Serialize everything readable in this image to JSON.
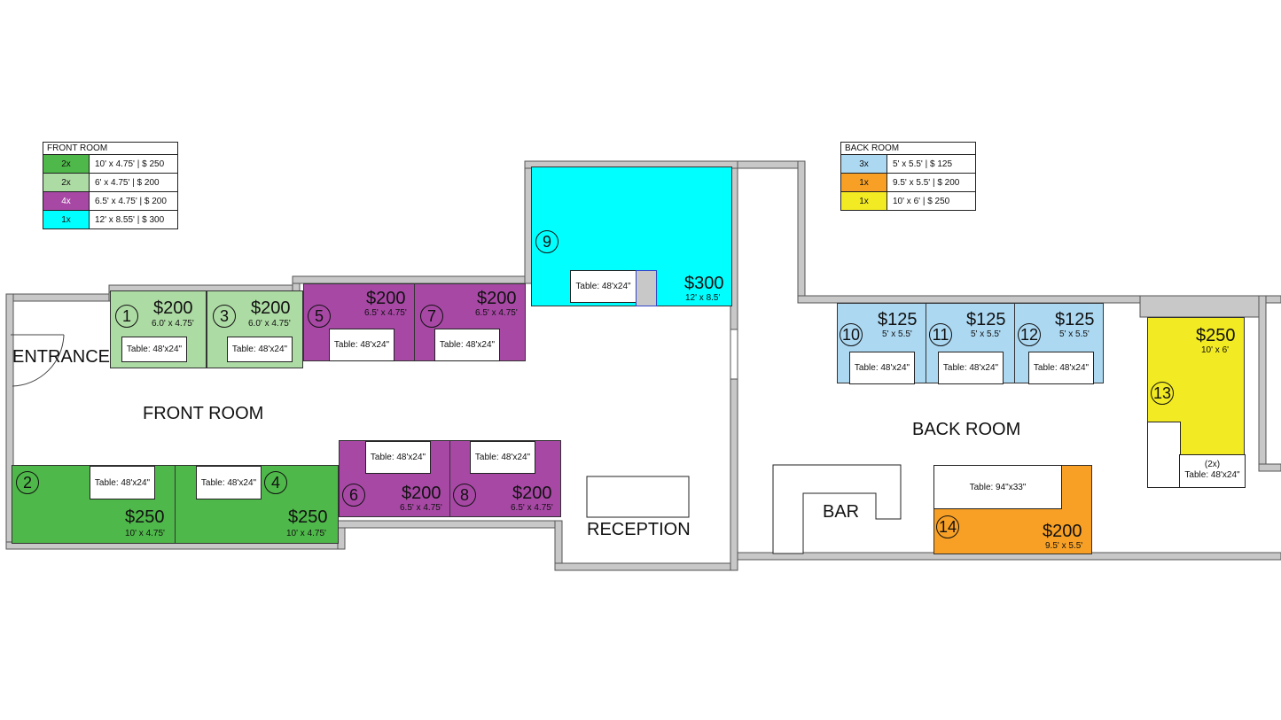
{
  "legend_front": {
    "title": "FRONT ROOM",
    "rows": [
      {
        "qty": "2x",
        "desc": "10' x 4.75' | $ 250",
        "color": "#4fb84a"
      },
      {
        "qty": "2x",
        "desc": "6' x 4.75' | $ 200",
        "color": "#addba4"
      },
      {
        "qty": "4x",
        "desc": "6.5' x 4.75' | $ 200",
        "color": "#a748a5"
      },
      {
        "qty": "1x",
        "desc": "12' x 8.55' | $ 300",
        "color": "#00ffff"
      }
    ]
  },
  "legend_back": {
    "title": "BACK ROOM",
    "rows": [
      {
        "qty": "3x",
        "desc": "5' x 5.5' | $ 125",
        "color": "#acd8f2"
      },
      {
        "qty": "1x",
        "desc": "9.5' x 5.5' | $ 200",
        "color": "#f7a025"
      },
      {
        "qty": "1x",
        "desc": "10' x 6' | $ 250",
        "color": "#f2ea22"
      }
    ]
  },
  "rooms": {
    "entrance": "ENTRANCE",
    "front_room": "FRONT ROOM",
    "back_room": "BACK ROOM",
    "reception": "RECEPTION",
    "bar": "BAR"
  },
  "booths": {
    "b1": {
      "number": "1",
      "price": "$200",
      "dim": "6.0' x 4.75'",
      "table": "Table: 48'x24\""
    },
    "b2": {
      "number": "2",
      "price": "$250",
      "dim": "10' x 4.75'",
      "table": "Table: 48'x24\""
    },
    "b3": {
      "number": "3",
      "price": "$200",
      "dim": "6.0' x 4.75'",
      "table": "Table: 48'x24\""
    },
    "b4": {
      "number": "4",
      "price": "$250",
      "dim": "10' x 4.75'",
      "table": "Table: 48'x24\""
    },
    "b5": {
      "number": "5",
      "price": "$200",
      "dim": "6.5' x 4.75'",
      "table": "Table: 48'x24\""
    },
    "b6": {
      "number": "6",
      "price": "$200",
      "dim": "6.5' x 4.75'",
      "table": "Table: 48'x24\""
    },
    "b7": {
      "number": "7",
      "price": "$200",
      "dim": "6.5' x 4.75'",
      "table": "Table: 48'x24\""
    },
    "b8": {
      "number": "8",
      "price": "$200",
      "dim": "6.5' x 4.75'",
      "table": "Table: 48'x24\""
    },
    "b9": {
      "number": "9",
      "price": "$300",
      "dim": "12' x 8.5'",
      "table": "Table: 48'x24\""
    },
    "b10": {
      "number": "10",
      "price": "$125",
      "dim": "5' x 5.5'",
      "table": "Table: 48'x24\""
    },
    "b11": {
      "number": "11",
      "price": "$125",
      "dim": "5' x 5.5'",
      "table": "Table: 48'x24\""
    },
    "b12": {
      "number": "12",
      "price": "$125",
      "dim": "5' x 5.5'",
      "table": "Table: 48'x24\""
    },
    "b13": {
      "number": "13",
      "price": "$250",
      "dim": "10' x 6'",
      "table_qty": "(2x)",
      "table": "Table: 48'x24\""
    },
    "b14": {
      "number": "14",
      "price": "$200",
      "dim": "9.5' x 5.5'",
      "table": "Table: 94\"x33\""
    }
  },
  "colors": {
    "wall": "#c8c8c8",
    "green_dark": "#4fb84a",
    "green_light": "#addba4",
    "purple": "#a748a5",
    "cyan": "#00ffff",
    "light_blue": "#acd8f2",
    "orange": "#f7a025",
    "yellow": "#f2ea22"
  }
}
